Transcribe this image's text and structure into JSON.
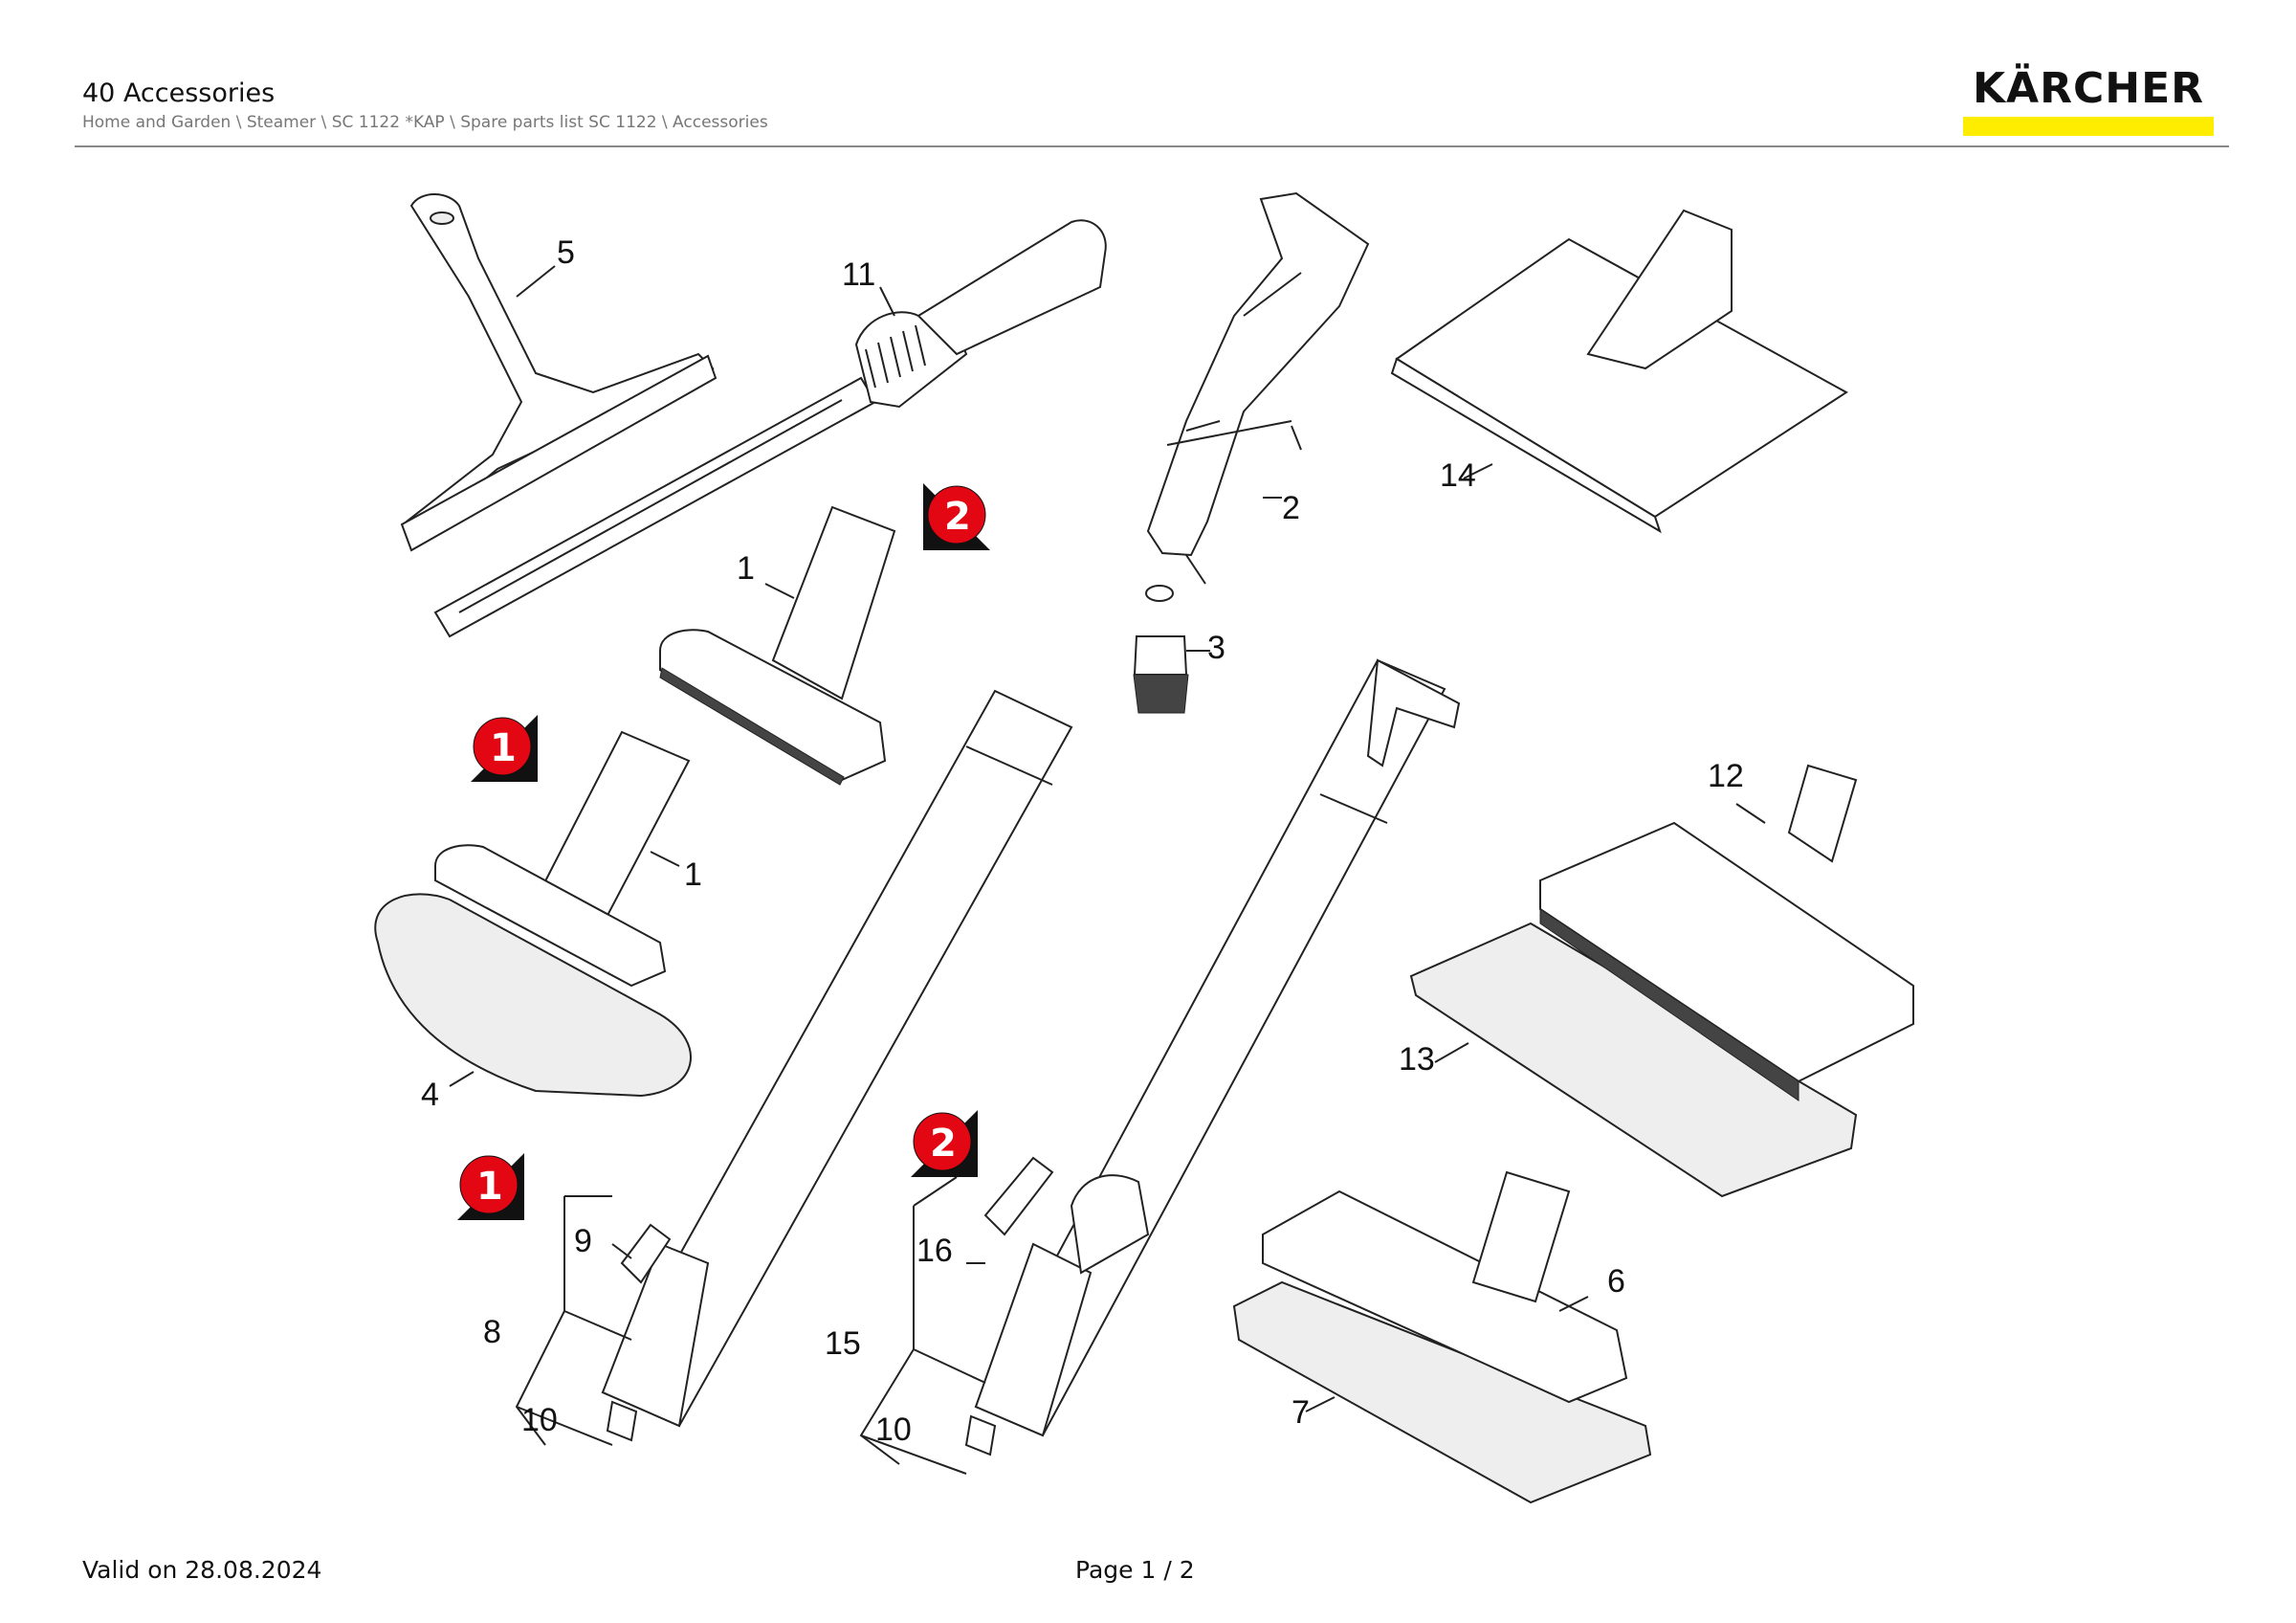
{
  "header": {
    "title": "40 Accessories",
    "breadcrumb": "Home and Garden \\ Steamer \\ SC 1122 *KAP \\ Spare parts list SC 1122 \\ Accessories"
  },
  "brand": {
    "logo_text": "KÄRCHER",
    "accent_color": "#FFED00",
    "badge_color": "#E30613"
  },
  "diagram": {
    "part_labels": [
      "5",
      "11",
      "2",
      "14",
      "1",
      "3",
      "1",
      "4",
      "12",
      "13",
      "9",
      "8",
      "10",
      "16",
      "15",
      "10",
      "6",
      "7"
    ],
    "badges": [
      "2",
      "1",
      "2",
      "1"
    ]
  },
  "footer": {
    "valid_on": "Valid on 28.08.2024",
    "page": "Page 1 / 2"
  }
}
